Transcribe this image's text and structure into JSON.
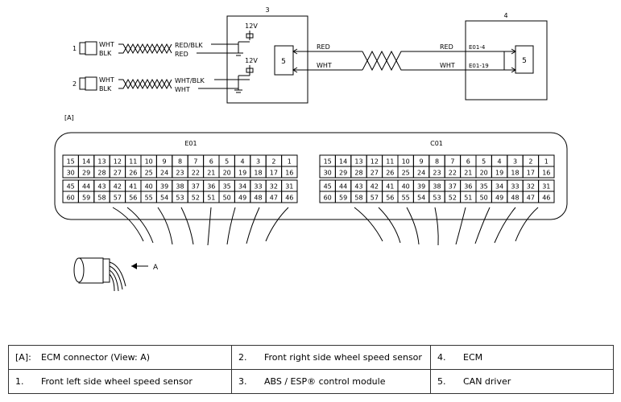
{
  "modules": {
    "abs_number": "3",
    "ecm_number": "4",
    "voltage_1": "12V",
    "voltage_2": "12V",
    "can_driver_3": "5",
    "can_driver_4": "5"
  },
  "sensors": {
    "s1": {
      "number": "1",
      "wire_a": "WHT",
      "wire_b": "BLK",
      "out_a": "RED/BLK",
      "out_b": "RED"
    },
    "s2": {
      "number": "2",
      "wire_a": "WHT",
      "wire_b": "BLK",
      "out_a": "WHT/BLK",
      "out_b": "WHT"
    }
  },
  "can_bus": {
    "left_top": "RED",
    "left_bottom": "WHT",
    "right_top": "RED",
    "right_bottom": "WHT",
    "pin_top": "E01-4",
    "pin_bottom": "E01-19"
  },
  "view_label": "[A]",
  "view_arrow_label": "A",
  "connectors": {
    "left_name": "E01",
    "right_name": "C01",
    "row1": [
      "15",
      "14",
      "13",
      "12",
      "11",
      "10",
      "9",
      "8",
      "7",
      "6",
      "5",
      "4",
      "3",
      "2",
      "1"
    ],
    "row2": [
      "30",
      "29",
      "28",
      "27",
      "26",
      "25",
      "24",
      "23",
      "22",
      "21",
      "20",
      "19",
      "18",
      "17",
      "16"
    ],
    "row3": [
      "45",
      "44",
      "43",
      "42",
      "41",
      "40",
      "39",
      "38",
      "37",
      "36",
      "35",
      "34",
      "33",
      "32",
      "31"
    ],
    "row4": [
      "60",
      "59",
      "58",
      "57",
      "56",
      "55",
      "54",
      "53",
      "52",
      "51",
      "50",
      "49",
      "48",
      "47",
      "46"
    ]
  },
  "legend": {
    "a": {
      "num": "[A]:",
      "text": "ECM connector (View: A)"
    },
    "n2": {
      "num": "2.",
      "text": "Front right side wheel speed sensor"
    },
    "n4": {
      "num": "4.",
      "text": "ECM"
    },
    "n1": {
      "num": "1.",
      "text": "Front left side wheel speed sensor"
    },
    "n3": {
      "num": "3.",
      "text": "ABS / ESP® control module"
    },
    "n5": {
      "num": "5.",
      "text": "CAN driver"
    }
  }
}
